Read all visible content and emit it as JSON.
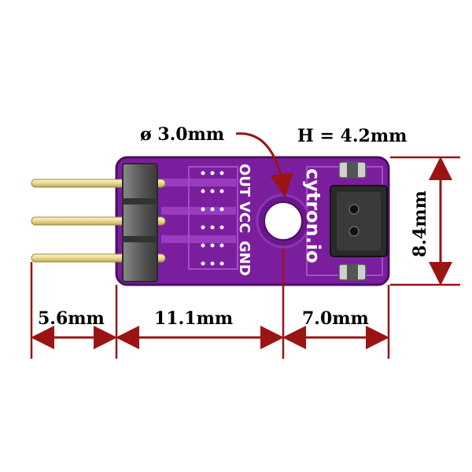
{
  "diagram": {
    "colors": {
      "dimension": "#9b1414",
      "board": "#7b1e9e",
      "board_edge": "#4a0f63",
      "pin": "#e9d98a",
      "header": "#4d4d4d",
      "sensor": "#2a2a2a"
    },
    "labels": {
      "hole_diameter": "ø 3.0mm",
      "sensor_height": "H = 4.2mm",
      "board_height": "8.4mm",
      "pin_length": "5.6mm",
      "hole_offset": "11.1mm",
      "sensor_offset": "7.0mm"
    },
    "silkscreen": {
      "pins": [
        "OUT",
        "VCC",
        "GND"
      ],
      "brand": "cytron.io"
    }
  }
}
